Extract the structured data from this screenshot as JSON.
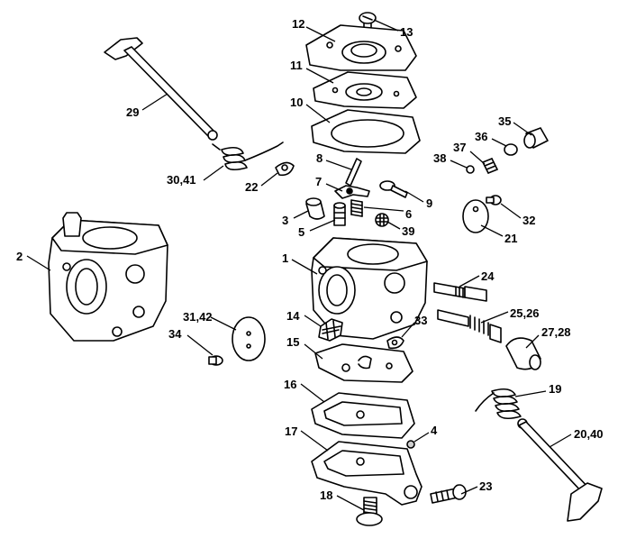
{
  "callouts": [
    {
      "id": "12",
      "text": "12"
    },
    {
      "id": "13",
      "text": "13"
    },
    {
      "id": "11",
      "text": "11"
    },
    {
      "id": "10",
      "text": "10"
    },
    {
      "id": "29",
      "text": "29"
    },
    {
      "id": "30_41",
      "text": "30,41"
    },
    {
      "id": "22",
      "text": "22"
    },
    {
      "id": "8",
      "text": "8"
    },
    {
      "id": "7",
      "text": "7"
    },
    {
      "id": "9",
      "text": "9"
    },
    {
      "id": "3",
      "text": "3"
    },
    {
      "id": "6",
      "text": "6"
    },
    {
      "id": "5",
      "text": "5"
    },
    {
      "id": "39",
      "text": "39"
    },
    {
      "id": "35",
      "text": "35"
    },
    {
      "id": "36",
      "text": "36"
    },
    {
      "id": "37",
      "text": "37"
    },
    {
      "id": "38",
      "text": "38"
    },
    {
      "id": "32",
      "text": "32"
    },
    {
      "id": "21",
      "text": "21"
    },
    {
      "id": "2",
      "text": "2"
    },
    {
      "id": "1",
      "text": "1"
    },
    {
      "id": "24",
      "text": "24"
    },
    {
      "id": "31_42",
      "text": "31,42"
    },
    {
      "id": "14",
      "text": "14"
    },
    {
      "id": "33",
      "text": "33"
    },
    {
      "id": "25_26",
      "text": "25,26"
    },
    {
      "id": "34",
      "text": "34"
    },
    {
      "id": "15",
      "text": "15"
    },
    {
      "id": "27_28",
      "text": "27,28"
    },
    {
      "id": "16",
      "text": "16"
    },
    {
      "id": "19",
      "text": "19"
    },
    {
      "id": "4",
      "text": "4"
    },
    {
      "id": "17",
      "text": "17"
    },
    {
      "id": "20_40",
      "text": "20,40"
    },
    {
      "id": "23",
      "text": "23"
    },
    {
      "id": "18",
      "text": "18"
    }
  ]
}
